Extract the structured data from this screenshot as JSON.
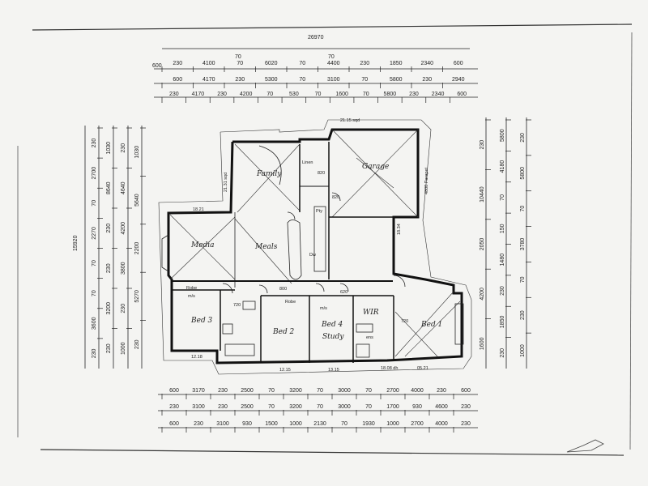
{
  "plan": {
    "overall_width": "26970",
    "overall_depth": "15920",
    "colors": {
      "ink": "#111111",
      "paper": "#f4f4f2"
    }
  },
  "dims_top": {
    "row1": [
      "230",
      "4100",
      "70",
      "6020",
      "70",
      "4400",
      "230",
      "1850",
      "2340",
      "600"
    ],
    "row1_extra": [
      "600",
      "70",
      "70"
    ],
    "row2": [
      "600",
      "4170",
      "230",
      "5300",
      "70",
      "3100",
      "70",
      "5800",
      "230",
      "2940"
    ],
    "row3": [
      "230",
      "4170",
      "230",
      "4200",
      "70",
      "530",
      "70",
      "1600",
      "70",
      "5800",
      "230",
      "2340",
      "600"
    ]
  },
  "dims_bottom": {
    "row1": [
      "600",
      "3170",
      "230",
      "2500",
      "70",
      "3200",
      "70",
      "3000",
      "70",
      "2700",
      "4000",
      "230",
      "600"
    ],
    "row2": [
      "230",
      "3100",
      "230",
      "2500",
      "70",
      "3200",
      "70",
      "3000",
      "70",
      "1700",
      "930",
      "4600",
      "230"
    ],
    "row3": [
      "600",
      "230",
      "3100",
      "930",
      "1500",
      "1000",
      "2130",
      "70",
      "1930",
      "1000",
      "2700",
      "4000",
      "230"
    ]
  },
  "dims_left": {
    "outer": [
      "15920"
    ],
    "col1": [
      "230",
      "2700",
      "70",
      "2270",
      "70",
      "70",
      "3600",
      "230"
    ],
    "col2": [
      "1030",
      "8640",
      "230",
      "230",
      "3200",
      "230"
    ],
    "col3": [
      "230",
      "4640",
      "4200",
      "3800",
      "230",
      "1000"
    ],
    "col4": [
      "1030",
      "5640",
      "2200",
      "5270",
      "230"
    ]
  },
  "dims_right": {
    "col1": [
      "230",
      "10440",
      "2050",
      "4200",
      "1600"
    ],
    "col2": [
      "5800",
      "4180",
      "70",
      "150",
      "1480",
      "230",
      "1850",
      "230"
    ],
    "col3": [
      "230",
      "5800",
      "70",
      "3780",
      "70",
      "230",
      "1000"
    ]
  },
  "rooms": [
    {
      "id": "family",
      "label": "Family"
    },
    {
      "id": "garage",
      "label": "Garage"
    },
    {
      "id": "media",
      "label": "Media"
    },
    {
      "id": "meals",
      "label": "Meals"
    },
    {
      "id": "bed3",
      "label": "Bed 3"
    },
    {
      "id": "bed2",
      "label": "Bed 2"
    },
    {
      "id": "bed4",
      "label": "Bed 4"
    },
    {
      "id": "study",
      "label": "Study"
    },
    {
      "id": "bed1",
      "label": "Bed 1"
    },
    {
      "id": "wir",
      "label": "WIR"
    },
    {
      "id": "robe1",
      "label": "Robe"
    },
    {
      "id": "robe2",
      "label": "Robe"
    },
    {
      "id": "linen",
      "label": "Linen"
    },
    {
      "id": "pantry",
      "label": "Pty"
    },
    {
      "id": "dw",
      "label": "Dw"
    },
    {
      "id": "ens",
      "label": "ens"
    }
  ],
  "annotations": {
    "roof_family": "21.31 sqd",
    "roof_garage": "21.15 sqd",
    "roof_media": "18.21",
    "roof_meals": "18.34",
    "roof_bed3": "12.18",
    "roof_bed2": "12.15",
    "roof_bed4": "13.15",
    "roof_bed1": "18.08 dh",
    "roof_bed1b": "05.21",
    "parapet": "4800 Parapet",
    "robe_ms": "m/s",
    "robe_ms2": "m/s",
    "door_820": "820",
    "door_620": "620",
    "door_720": "720",
    "door_800": "800",
    "door_720b": "720",
    "kitchen_wall": "820"
  }
}
